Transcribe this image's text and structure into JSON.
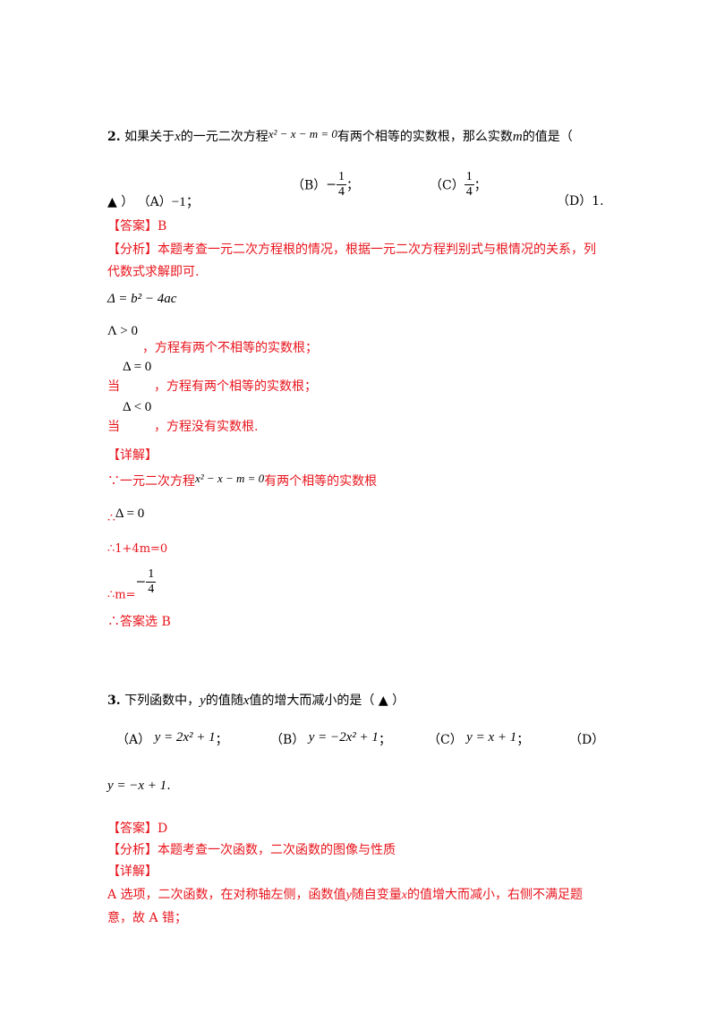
{
  "q2": {
    "number": "2.",
    "stem_a": "如果关于",
    "var_x": "x",
    "stem_b": "的一元二次方程",
    "equation": "x² − x − m = 0",
    "stem_c": "有两个相等的实数根，那么实数",
    "var_m": "m",
    "stem_d": "的值是（",
    "close": "▲ ）",
    "opt_a_label": "（A）",
    "opt_a_value": "−1；",
    "opt_b_label": "（B）",
    "opt_b_sign": "−",
    "opt_b_num": "1",
    "opt_b_den": "4",
    "opt_b_tail": "；",
    "opt_c_label": "（C）",
    "opt_c_num": "1",
    "opt_c_den": "4",
    "opt_c_tail": "；",
    "opt_d_label": "（D）",
    "opt_d_value": "1."
  },
  "a2": {
    "answer": "【答案】B",
    "analysis_1": "【分析】本题考查一元二次方程根的情况，根据一元二次方程判别式与根情况的关系，列",
    "analysis_2": "代数式求解即可.",
    "delta_formula": "Δ = b² − 4ac",
    "case1_math": "Λ > 0",
    "case1_text": "，方程有两个不相等的实数根；",
    "case2_math": "Δ = 0",
    "case2_when": "当",
    "case2_text": "，方程有两个相等的实数根；",
    "case3_math": "Δ < 0",
    "case3_when": "当",
    "case3_text": "，方程没有实数根.",
    "detail": "【详解】",
    "step1_a": "∵一元二次方程",
    "step1_eq": "x² − x − m = 0",
    "step1_b": "有两个相等的实数根",
    "step2_a": "∴",
    "step2_eq": "Δ = 0",
    "step3": "∴1+4m=0",
    "step4_a": "∴m=",
    "step4_sign": "−",
    "step4_num": "1",
    "step4_den": "4",
    "step5": "∴答案选 B"
  },
  "q3": {
    "number": "3.",
    "stem_a": "下列函数中，",
    "var_y": "y",
    "stem_b": "的值随",
    "var_x": "x",
    "stem_c": "值的增大而减小的是（ ▲ ）",
    "opt_a_label": "（A）",
    "opt_a_eq": "y = 2x² + 1",
    "opt_a_tail": "；",
    "opt_b_label": "（B）",
    "opt_b_eq": "y = −2x² + 1",
    "opt_b_tail": "；",
    "opt_c_label": "（C）",
    "opt_c_eq": "y = x + 1",
    "opt_c_tail": "；",
    "opt_d_label": "（D）",
    "opt_d_eq": "y = −x + 1",
    "opt_d_tail": "."
  },
  "a3": {
    "answer": "【答案】D",
    "analysis": "【分析】本题考查一次函数，二次函数的图像与性质",
    "detail": "【详解】",
    "line1_a": "A 选项，二次函数，在对称轴左侧，函数值",
    "line1_y": "y",
    "line1_b": "随自变量",
    "line1_x": "x",
    "line1_c": "的值增大而减小，右侧不满足题",
    "line2": "意，故 A 错；"
  }
}
